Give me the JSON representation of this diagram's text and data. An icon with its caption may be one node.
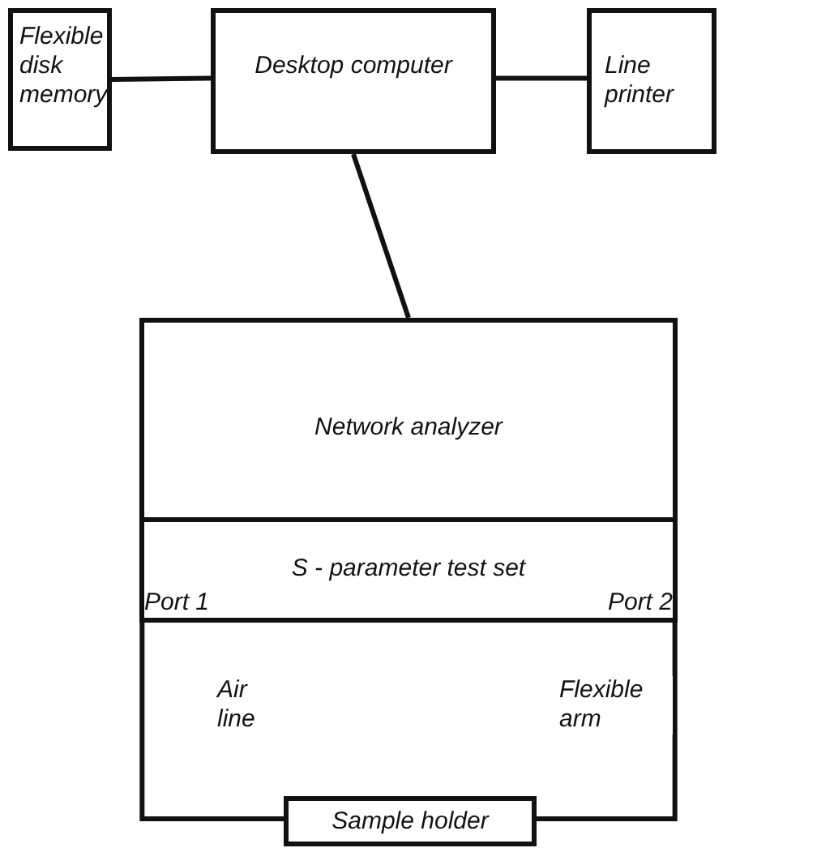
{
  "diagram": {
    "nodes": [
      {
        "text": [
          "Flexible disk memory"
        ]
      },
      {
        "text": [
          "Desktop computer"
        ]
      },
      {
        "text": [
          "Line printer"
        ]
      },
      {
        "text": [
          "Network analyzer"
        ]
      },
      {
        "text": [
          "S - parameter test set",
          "Port 1",
          "Port 2"
        ]
      },
      {
        "text": [
          "Sample holder"
        ]
      }
    ],
    "edges": [
      {
        "from": 0,
        "to": 1,
        "arrow": "none"
      },
      {
        "from": 1,
        "to": 2,
        "arrow": "none"
      },
      {
        "from": 1,
        "to": 3,
        "arrow": "none"
      },
      {
        "from": 4,
        "to": 5,
        "arrow": "none",
        "label": "Air line"
      },
      {
        "from": 4,
        "to": 5,
        "arrow": "none",
        "label": "Flexible arm"
      }
    ]
  }
}
